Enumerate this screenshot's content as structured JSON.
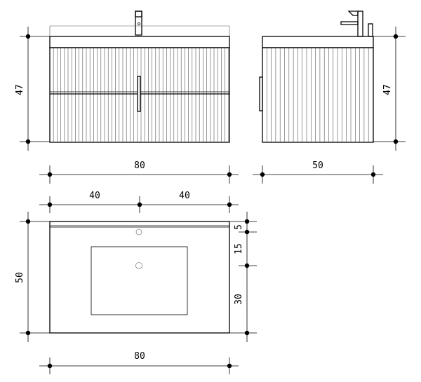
{
  "colors": {
    "line": "#000000",
    "background": "#ffffff",
    "fluting": "#555555"
  },
  "front_view": {
    "height_label": "47",
    "width_label": "80"
  },
  "side_view": {
    "height_label": "47",
    "depth_label": "50"
  },
  "top_view": {
    "left_half_label": "40",
    "right_half_label": "40",
    "depth_label": "50",
    "width_label": "80",
    "right_dims": [
      "5",
      "15",
      "30"
    ]
  }
}
